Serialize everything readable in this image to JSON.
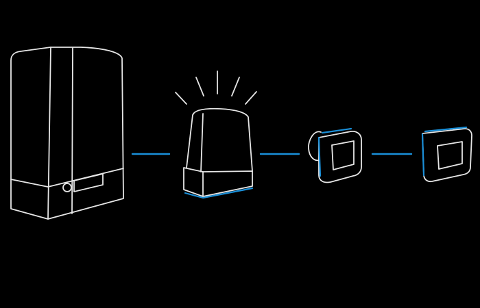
{
  "colors": {
    "background": "#000000",
    "outline": "#e6e6e6",
    "accent": "#1a8fd8"
  },
  "devices": [
    {
      "icon": "gate-motor-icon"
    },
    {
      "icon": "flashing-beacon-icon"
    },
    {
      "icon": "photocell-sensor-icon"
    },
    {
      "icon": "photocell-reflector-icon"
    }
  ],
  "connectors": [
    {
      "icon": "connector-line"
    },
    {
      "icon": "connector-line"
    },
    {
      "icon": "connector-line"
    }
  ]
}
